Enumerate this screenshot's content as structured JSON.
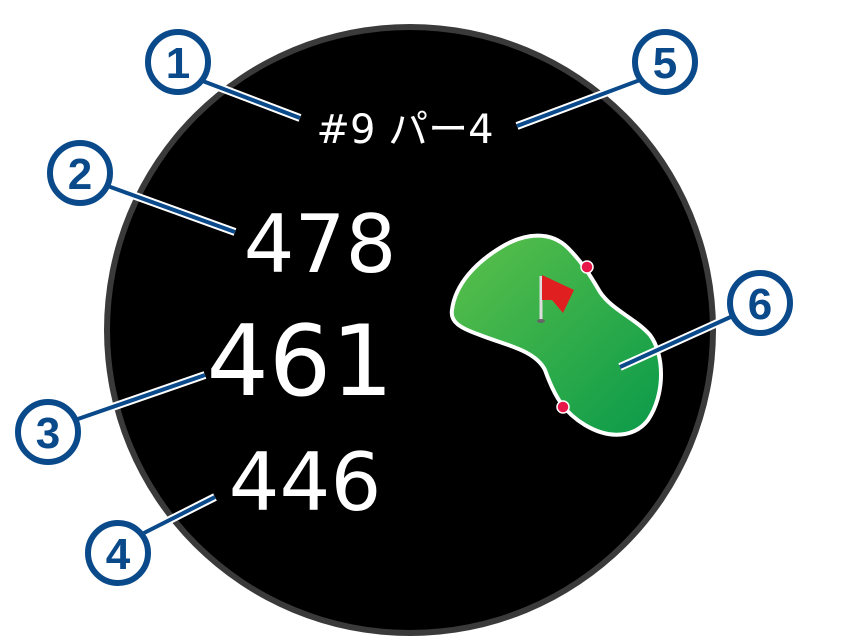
{
  "watch": {
    "hole_label": "#9 パー4",
    "distance_back": "478",
    "distance_middle": "461",
    "distance_front": "446"
  },
  "callouts": [
    "1",
    "2",
    "3",
    "4",
    "5",
    "6"
  ],
  "colors": {
    "callout_blue": "#0a4a8a",
    "screen": "#000000",
    "bezel": "#3a3a3a",
    "green": "#2db34a",
    "flag": "#e02020",
    "pin_dot": "#e8174a"
  }
}
